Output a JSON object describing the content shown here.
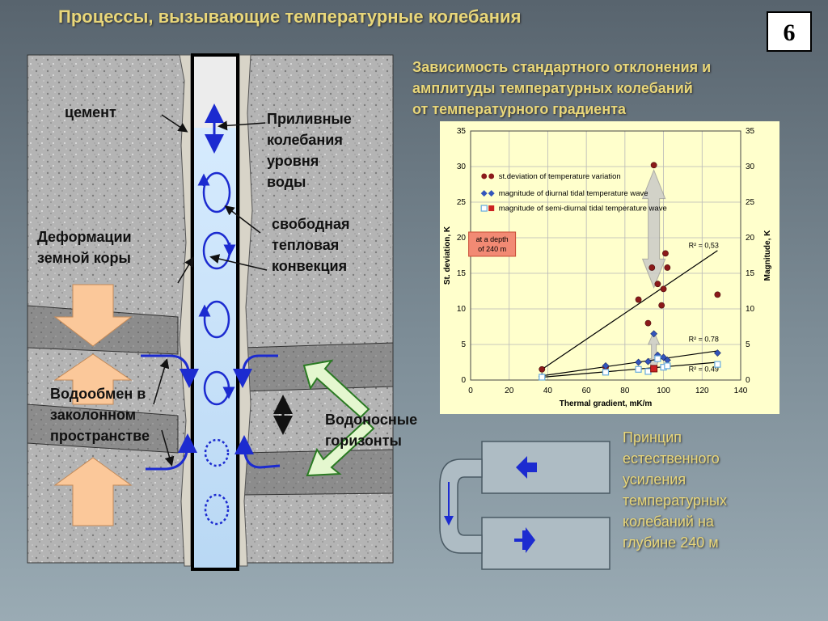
{
  "slide": {
    "title": "Процессы, вызывающие температурные колебания",
    "number": "6"
  },
  "diagram": {
    "labels": {
      "cement": "цемент",
      "tidal": [
        "Приливные",
        "колебания",
        "уровня",
        "воды"
      ],
      "convection": [
        "свободная",
        "тепловая",
        "конвекция"
      ],
      "deformation": [
        "Деформации",
        "земной коры"
      ],
      "exchange": [
        "Водообмен в",
        "заколонном",
        "пространстве"
      ],
      "aquifers": [
        "Водоносные",
        "горизонты"
      ]
    }
  },
  "chart_heading": [
    "Зависимость стандартного отклонения и",
    "амплитуды  температурных колебаний",
    "от температурного градиента"
  ],
  "principle": [
    "Принцип",
    "естественного",
    "усиления",
    "температурных",
    "колебаний на",
    "глубине 240 м"
  ],
  "chart_data": {
    "type": "scatter",
    "xlabel": "Thermal gradient, mK/m",
    "ylabel_left": "St. deviation, K",
    "ylabel_right": "Magnitude, K",
    "xlim": [
      0,
      140
    ],
    "ylim": [
      0,
      35
    ],
    "x_ticks": [
      "0",
      "20",
      "40",
      "60",
      "80",
      "100",
      "120",
      "140"
    ],
    "y_ticks": [
      "0",
      "5",
      "10",
      "15",
      "20",
      "25",
      "30",
      "35"
    ],
    "grid": true,
    "legend_position": "top",
    "colors": {
      "std": "#8b1a1a",
      "diurnal": "#3355bb",
      "semidiurnal": "#66aadd",
      "trend": "#000000"
    },
    "annotation": [
      "at a depth",
      "of 240 m"
    ],
    "series": [
      {
        "name": "st.deviation of temperature variation",
        "marker": "circle",
        "points": [
          [
            37,
            1.5
          ],
          [
            70,
            1.8
          ],
          [
            87,
            11.3
          ],
          [
            92,
            8.0
          ],
          [
            94,
            15.8
          ],
          [
            95,
            30.2
          ],
          [
            97,
            13.5
          ],
          [
            100,
            12.8
          ],
          [
            101,
            17.8
          ],
          [
            99,
            10.5
          ],
          [
            102,
            15.8
          ],
          [
            128,
            12.0
          ]
        ]
      },
      {
        "name": "magnitude of diurnal tidal temperature wave",
        "marker": "diamond",
        "points": [
          [
            37,
            0.5
          ],
          [
            70,
            2.0
          ],
          [
            87,
            2.5
          ],
          [
            92,
            2.6
          ],
          [
            95,
            6.5
          ],
          [
            97,
            3.5
          ],
          [
            100,
            3.2
          ],
          [
            102,
            2.8
          ],
          [
            128,
            3.8
          ]
        ]
      },
      {
        "name": "magnitude of semi-diurnal tidal temperature wave",
        "marker": "square",
        "points": [
          [
            37,
            0.4
          ],
          [
            70,
            1.1
          ],
          [
            87,
            1.5
          ],
          [
            92,
            1.2
          ],
          [
            95,
            1.6
          ],
          [
            97,
            3.0
          ],
          [
            100,
            1.8
          ],
          [
            102,
            2.0
          ],
          [
            128,
            2.2
          ]
        ]
      }
    ],
    "trendlines": [
      {
        "label": "R² = 0,53",
        "from": [
          37,
          1.5
        ],
        "to": [
          128,
          18.2
        ]
      },
      {
        "label": "R² = 0.78",
        "from": [
          37,
          0.6
        ],
        "to": [
          128,
          4.1
        ]
      },
      {
        "label": "R² = 0.49",
        "from": [
          37,
          0.4
        ],
        "to": [
          128,
          2.5
        ]
      }
    ]
  }
}
